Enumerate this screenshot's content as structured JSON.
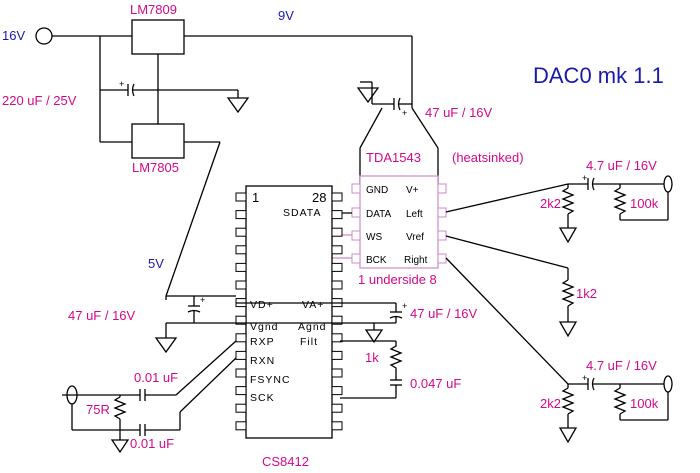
{
  "title": "DAC0 mk 1.1",
  "labels": {
    "input_voltage": "16V",
    "rail_9v": "9V",
    "rail_5v": "5V",
    "reg1": "LM7809",
    "reg2": "LM7805",
    "cap_220": "220 uF / 25V",
    "cap_47_top": "47 uF / 16V",
    "cap_47_left": "47 uF / 16V",
    "cap_47_right": "47 uF / 16V",
    "cap_001_top": "0.01 uF",
    "cap_001_bottom": "0.01 uF",
    "res_75": "75R",
    "res_1k": "1k",
    "cap_0047": "0.047 uF",
    "dac_chip": "TDA1543",
    "heatsink": "(heatsinked)",
    "underside": "1 underside 8",
    "cap_out_top": "4.7 uF / 16V",
    "cap_out_bottom": "4.7 uF / 16V",
    "res_2k2_top": "2k2",
    "res_100k_top": "100k",
    "res_1k2": "1k2",
    "res_2k2_bottom": "2k2",
    "res_100k_bottom": "100k",
    "receiver_chip": "CS8412",
    "pin1": "1",
    "pin28": "28"
  },
  "tda_pins": {
    "gnd": "GND",
    "data": "DATA",
    "ws": "WS",
    "bck": "BCK",
    "vplus": "V+",
    "left": "Left",
    "vref": "Vref",
    "right": "Right"
  },
  "cs_pins": {
    "sdata": "SDATA",
    "vd": "VD+",
    "vgnd": "Vgnd",
    "rxp": "RXP",
    "rxn": "RXN",
    "fsync": "FSYNC",
    "sck": "SCK",
    "va": "VA+",
    "agnd": "Agnd",
    "filt": "Filt"
  },
  "colors": {
    "wire": "#000000",
    "label": "#d10a8a",
    "net": "#1a1aaa",
    "chip_outline": "#cc88cc"
  }
}
